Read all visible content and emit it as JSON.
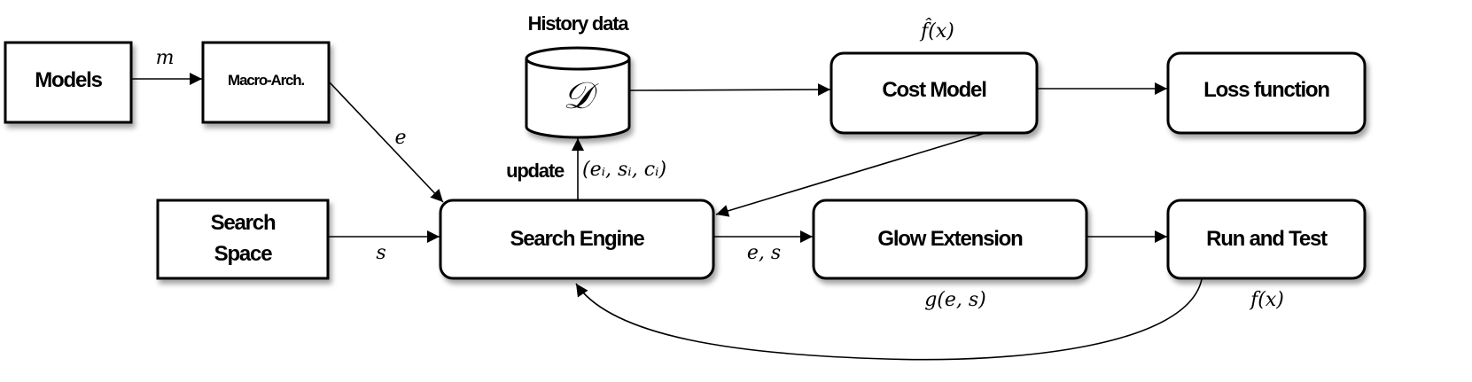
{
  "nodes": {
    "models": "Models",
    "macro_arch": "Macro-Arch.",
    "search_space_1": "Search",
    "search_space_2": "Space",
    "search_engine": "Search Engine",
    "history_data": "History data",
    "dataset_symbol": "𝒟",
    "cost_model": "Cost Model",
    "loss_function": "Loss function",
    "glow_extension": "Glow Extension",
    "run_and_test": "Run and Test"
  },
  "edge_labels": {
    "m": "m",
    "e": "e",
    "s": "s",
    "update": "update",
    "tuple": "(eᵢ, sᵢ, cᵢ)",
    "f_hat": "f̂(x)",
    "e_s": "e, s",
    "g": "g(e, s)",
    "f": "f(x)"
  }
}
